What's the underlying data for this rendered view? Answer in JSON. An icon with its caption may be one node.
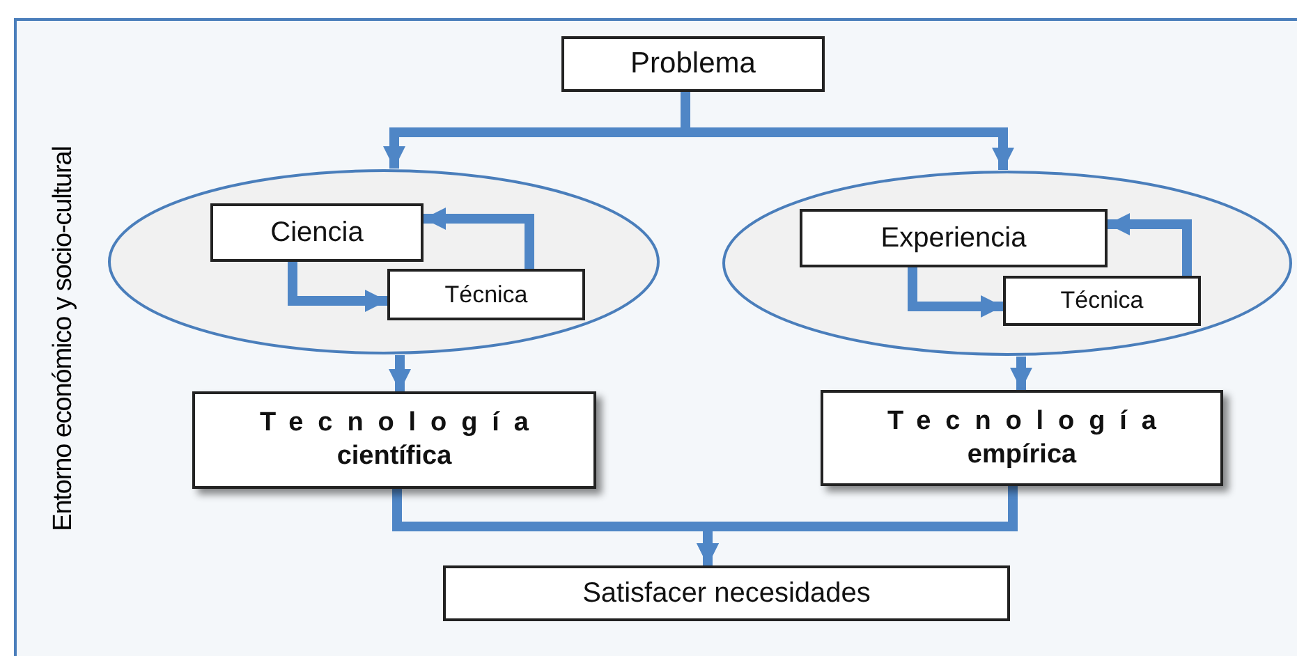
{
  "diagram": {
    "nodes": [
      {
        "text": [
          "Problema"
        ]
      },
      {
        "text": [],
        "shape": "ellipse"
      },
      {
        "text": [
          "Ciencia"
        ],
        "in": 1
      },
      {
        "text": [
          "Técnica"
        ],
        "in": 1
      },
      {
        "text": [],
        "shape": "ellipse"
      },
      {
        "text": [
          "Experiencia"
        ],
        "in": 4
      },
      {
        "text": [
          "Técnica"
        ],
        "in": 4
      },
      {
        "text": [
          "Tecnología",
          "científica"
        ]
      },
      {
        "text": [
          "Tecnología",
          "empírica"
        ]
      },
      {
        "text": [
          "Satisfacer necesidades"
        ]
      }
    ],
    "edges": [
      {
        "from": 0,
        "to": 1,
        "arrow": "to"
      },
      {
        "from": 0,
        "to": 4,
        "arrow": "to"
      },
      {
        "from": 2,
        "to": 3,
        "arrow": "to"
      },
      {
        "from": 3,
        "to": 2,
        "arrow": "to"
      },
      {
        "from": 5,
        "to": 6,
        "arrow": "to"
      },
      {
        "from": 6,
        "to": 5,
        "arrow": "to"
      },
      {
        "from": 1,
        "to": 7,
        "arrow": "to"
      },
      {
        "from": 4,
        "to": 8,
        "arrow": "to"
      },
      {
        "from": 7,
        "to": 9,
        "arrow": "to"
      },
      {
        "from": 8,
        "to": 9,
        "arrow": "to"
      }
    ],
    "labels": [
      "Entorno económico y socio-cultural"
    ]
  }
}
